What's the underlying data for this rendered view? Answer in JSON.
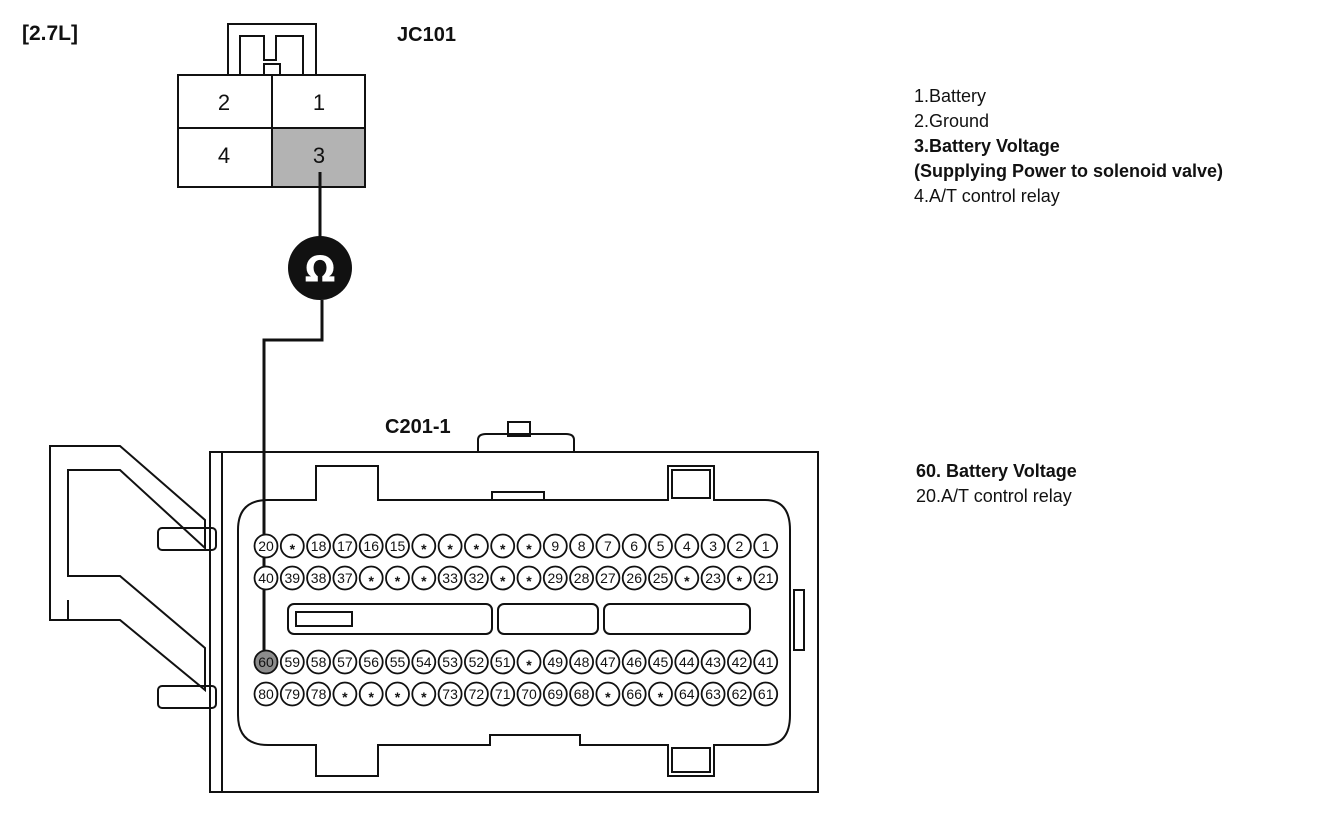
{
  "engine_label": "[2.7L]",
  "jc101": {
    "name": "JC101",
    "pins": [
      "2",
      "1",
      "4",
      "3"
    ],
    "legend": [
      "1.Battery",
      "2.Ground",
      "3.Battery Voltage",
      "(Supplying Power to solenoid valve)",
      "4.A/T control relay"
    ],
    "legend_bold": [
      false,
      false,
      true,
      true,
      false
    ],
    "highlight_pin": "3",
    "highlight_color": "#b3b3b3"
  },
  "meter": {
    "symbol": "Ω",
    "icon": "ohmmeter-icon"
  },
  "c201": {
    "name": "C201-1",
    "legend": [
      "60. Battery Voltage",
      "20.A/T control relay"
    ],
    "legend_bold": [
      true,
      false
    ],
    "rows": [
      [
        "20",
        "*",
        "18",
        "17",
        "16",
        "15",
        "*",
        "*",
        "*",
        "*",
        "*",
        "9",
        "8",
        "7",
        "6",
        "5",
        "4",
        "3",
        "2",
        "1"
      ],
      [
        "40",
        "39",
        "38",
        "37",
        "*",
        "*",
        "*",
        "33",
        "32",
        "*",
        "*",
        "29",
        "28",
        "27",
        "26",
        "25",
        "*",
        "23",
        "*",
        "21"
      ],
      [
        "60",
        "59",
        "58",
        "57",
        "56",
        "55",
        "54",
        "53",
        "52",
        "51",
        "*",
        "49",
        "48",
        "47",
        "46",
        "45",
        "44",
        "43",
        "42",
        "41"
      ],
      [
        "80",
        "79",
        "78",
        "*",
        "*",
        "*",
        "*",
        "73",
        "72",
        "71",
        "70",
        "69",
        "68",
        "*",
        "66",
        "*",
        "64",
        "63",
        "62",
        "61"
      ]
    ],
    "highlight_pin": "60",
    "highlight_color": "#8c8c8c"
  }
}
